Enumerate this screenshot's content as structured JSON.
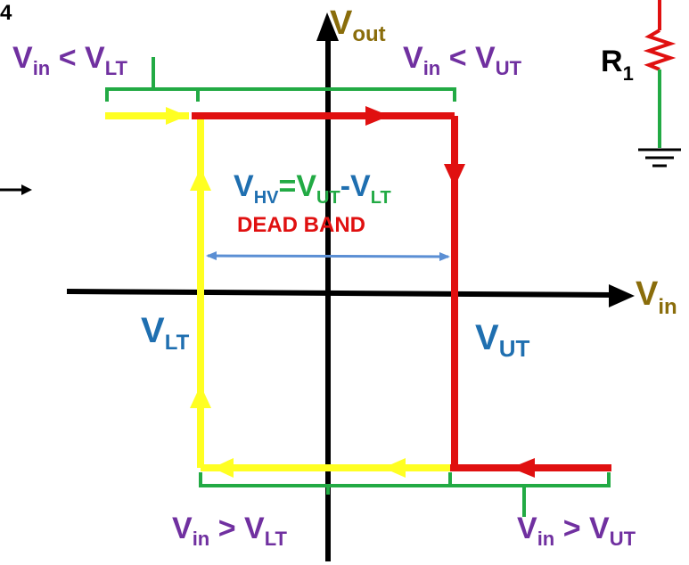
{
  "figure_number": "4",
  "colors": {
    "axis": "#000000",
    "red_path": "#e01010",
    "yellow_path": "#ffff22",
    "bracket": "#22aa44",
    "dimension_arrow": "#5b8fd4",
    "purple_label": "#7030a0",
    "blue_label": "#1f6fb0",
    "olive_label": "#8a6d0b",
    "green_label": "#22aa44",
    "deadband_text": "#e01010",
    "resistor": "#e01010"
  },
  "axes": {
    "y_label": {
      "main": "V",
      "sub": "out"
    },
    "x_label": {
      "main": "V",
      "sub": "in"
    }
  },
  "conditions": {
    "top_left": {
      "main": "V",
      "sub1": "in",
      "op": " < ",
      "main2": "V",
      "sub2": "LT"
    },
    "top_right": {
      "main": "V",
      "sub1": "in",
      "op": " < ",
      "main2": "V",
      "sub2": "UT"
    },
    "bottom_left": {
      "main": "V",
      "sub1": "in",
      "op": " > ",
      "main2": "V",
      "sub2": "LT"
    },
    "bottom_right": {
      "main": "V",
      "sub1": "in",
      "op": " > ",
      "main2": "V",
      "sub2": "UT"
    }
  },
  "thresholds": {
    "lower": {
      "main": "V",
      "sub": "LT"
    },
    "upper": {
      "main": "V",
      "sub": "UT"
    }
  },
  "hysteresis": {
    "lhs_main": "V",
    "lhs_sub": "HV",
    "eq": "=",
    "v1_main": "V",
    "v1_sub": "UT",
    "minus": "-",
    "v2_main": "V",
    "v2_sub": "LT",
    "deadband": "DEAD BAND"
  },
  "resistor": {
    "main": "R",
    "sub": "1"
  }
}
